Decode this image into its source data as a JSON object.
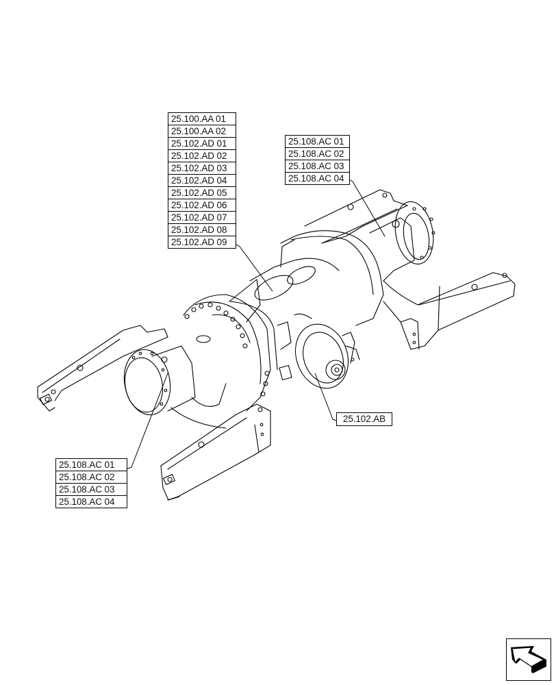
{
  "diagram": {
    "subject": "Front axle assembly exploded reference view",
    "callout_groups": [
      {
        "id": "center-housing-group",
        "labels": [
          "25.100.AA 01",
          "25.100.AA 02",
          "25.102.AD 01",
          "25.102.AD 02",
          "25.102.AD 03",
          "25.102.AD 04",
          "25.102.AD 05",
          "25.102.AD 06",
          "25.102.AD 07",
          "25.102.AD 08",
          "25.102.AD 09"
        ]
      },
      {
        "id": "right-final-drive-group",
        "labels": [
          "25.108.AC 01",
          "25.108.AC 02",
          "25.108.AC 03",
          "25.108.AC 04"
        ]
      },
      {
        "id": "left-final-drive-group",
        "labels": [
          "25.108.AC 01",
          "25.108.AC 02",
          "25.108.AC 03",
          "25.108.AC 04"
        ]
      },
      {
        "id": "differential-group",
        "labels": [
          "25.102.AB"
        ]
      }
    ],
    "nav_icon": "next-page-arrow-icon"
  }
}
